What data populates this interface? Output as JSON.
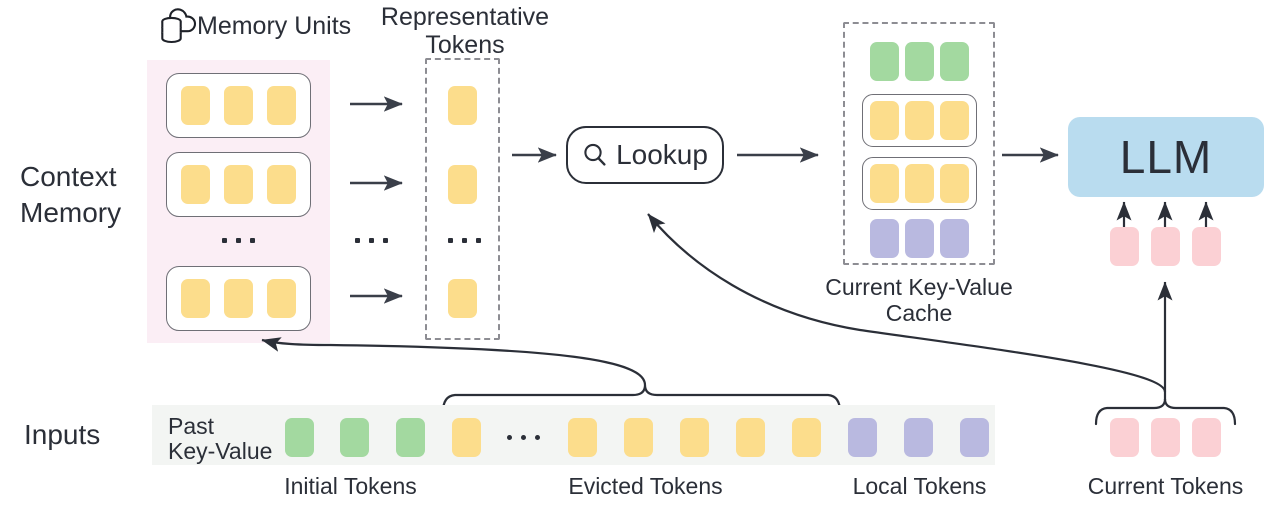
{
  "diagram": {
    "title_labels": {
      "memory_units": "Memory Units",
      "representative_tokens_line1": "Representative",
      "representative_tokens_line2": "Tokens",
      "context_memory_line1": "Context",
      "context_memory_line2": "Memory",
      "inputs": "Inputs",
      "past_key_value_line1": "Past",
      "past_key_value_line2": "Key-Value",
      "current_kv_cache_line1": "Current Key-Value",
      "current_kv_cache_line2": "Cache",
      "llm": "LLM",
      "lookup": "Lookup",
      "ellipsis": "..."
    },
    "bottom_labels": [
      "Initial Tokens",
      "Evicted Tokens",
      "Local Tokens",
      "Current Tokens"
    ],
    "icons": {
      "cloud_database": "cloud-database-icon",
      "magnifier": "search-icon"
    },
    "colors": {
      "token_yellow": "#fcdd8c",
      "token_green": "#a3d9a0",
      "token_purple": "#b9b9e0",
      "token_pink": "#fbd0d4",
      "memory_panel": "#fbeef5",
      "input_strip": "#f3f5f3",
      "llm_box": "#b9dcef",
      "stroke": "#2b2f38"
    },
    "context_memory": {
      "memory_units": [
        {
          "tokens": [
            "yellow",
            "yellow",
            "yellow"
          ]
        },
        {
          "tokens": [
            "yellow",
            "yellow",
            "yellow"
          ]
        },
        {
          "tokens": [
            "yellow",
            "yellow",
            "yellow"
          ]
        }
      ],
      "ellipsis_between_units": "..."
    },
    "representative_tokens": {
      "tokens": [
        "yellow",
        "yellow",
        "yellow"
      ],
      "ellipsis": "..."
    },
    "kv_cache_rows": [
      {
        "boxed": false,
        "tokens": [
          "green",
          "green",
          "green"
        ]
      },
      {
        "boxed": true,
        "tokens": [
          "yellow",
          "yellow",
          "yellow"
        ]
      },
      {
        "boxed": true,
        "tokens": [
          "yellow",
          "yellow",
          "yellow"
        ]
      },
      {
        "boxed": false,
        "tokens": [
          "purple",
          "purple",
          "purple"
        ]
      }
    ],
    "llm_input_tokens": [
      "pink",
      "pink",
      "pink"
    ],
    "input_sequence": {
      "initial": [
        "green",
        "green",
        "green"
      ],
      "evicted_head": [
        "yellow"
      ],
      "evicted_ellipsis": "...",
      "evicted_tail": [
        "yellow",
        "yellow",
        "yellow",
        "yellow",
        "yellow"
      ],
      "local": [
        "purple",
        "purple",
        "purple"
      ]
    },
    "current_tokens": [
      "pink",
      "pink",
      "pink"
    ]
  }
}
